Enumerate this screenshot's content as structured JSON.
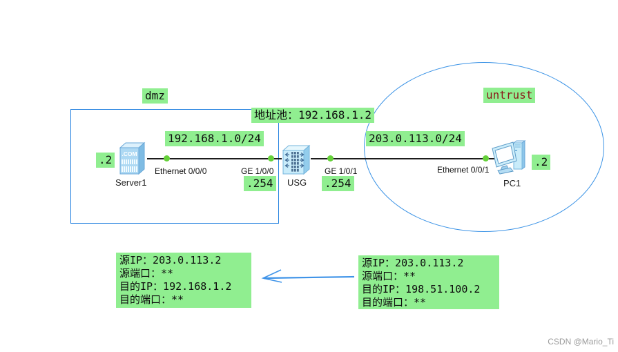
{
  "zones": {
    "dmz": {
      "label": "dmz"
    },
    "untrust": {
      "label": "untrust"
    }
  },
  "labels": {
    "address_pool": "地址池：192.168.1.2",
    "dmz_subnet": "192.168.1.0/24",
    "untrust_subnet": "203.0.113.0/24",
    "server_host_octet": ".2",
    "pc_host_octet": ".2",
    "firewall_dmz_gateway": ".254",
    "firewall_untrust_gateway": ".254"
  },
  "devices": {
    "server": {
      "name": "Server1",
      "interface": "Ethernet 0/0/0"
    },
    "firewall": {
      "name": "USG",
      "left_interface": "GE 1/0/0",
      "right_interface": "GE 1/0/1"
    },
    "pc": {
      "name": "PC1",
      "interface": "Ethernet 0/0/1"
    }
  },
  "packets": {
    "after_nat": {
      "lines": [
        "源IP：203.0.113.2",
        "源端口：**",
        "目的IP：192.168.1.2",
        "目的端口：**"
      ]
    },
    "before_nat": {
      "lines": [
        "源IP：203.0.113.2",
        "源端口：**",
        "目的IP：198.51.100.2",
        "目的端口：**"
      ]
    }
  },
  "watermark": "CSDN @Mario_Ti",
  "colors": {
    "label_bg": "#90ee90",
    "zone_border": "#1f7fdf",
    "untrust_text": "#8b1a1a",
    "link_line": "#1c1c1c",
    "port_dot": "#66d13a",
    "arrow": "#3e93e8",
    "watermark_text": "#9b9b9b"
  }
}
